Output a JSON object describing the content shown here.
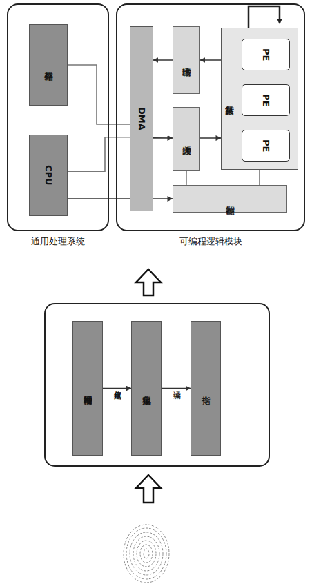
{
  "diagram": {
    "nodes": [
      {
        "text": [
          "通用处理系统"
        ]
      },
      {
        "text": [
          "外存储器"
        ],
        "in": 0
      },
      {
        "text": [
          "CPU"
        ],
        "in": 0
      },
      {
        "text": [
          "可编程逻辑模块"
        ]
      },
      {
        "text": [
          "DMA"
        ],
        "in": 3
      },
      {
        "text": [
          "输出缓冲"
        ],
        "in": 3
      },
      {
        "text": [
          "输入缓冲"
        ],
        "in": 3
      },
      {
        "text": [
          "复杂计算核"
        ],
        "in": 3
      },
      {
        "text": [
          "PE"
        ],
        "in": 7
      },
      {
        "text": [
          "PE"
        ],
        "in": 7
      },
      {
        "text": [
          "PE"
        ],
        "in": 7
      },
      {
        "text": [
          "控制器"
        ],
        "in": 3
      },
      {
        "text": [
          "神经网络模型"
        ]
      },
      {
        "text": [
          "定点化模型"
        ]
      },
      {
        "text": [
          "指令"
        ]
      }
    ],
    "edges": [
      {
        "from": 1,
        "to": 4,
        "arrow": "none"
      },
      {
        "from": 2,
        "to": 4,
        "arrow": "none"
      },
      {
        "from": 2,
        "to": 11,
        "arrow": "to"
      },
      {
        "from": 4,
        "to": 6,
        "arrow": "to"
      },
      {
        "from": 6,
        "to": 7,
        "arrow": "to"
      },
      {
        "from": 7,
        "to": 5,
        "arrow": "to"
      },
      {
        "from": 5,
        "to": 4,
        "arrow": "to"
      },
      {
        "from": 11,
        "to": 6,
        "arrow": "none"
      },
      {
        "from": 11,
        "to": 7,
        "arrow": "none"
      },
      {
        "from": 12,
        "to": 13,
        "label": "权值定点化",
        "arrow": "to"
      },
      {
        "from": 13,
        "to": 14,
        "label": "编译",
        "arrow": "to"
      }
    ]
  }
}
